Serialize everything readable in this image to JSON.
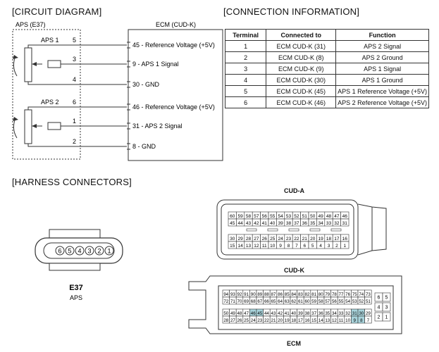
{
  "headings": {
    "circuit": "[CIRCUIT DIAGRAM]",
    "connection": "[CONNECTION INFORMATION]",
    "harness": "[HARNESS CONNECTORS]"
  },
  "circuit": {
    "left_label": "APS (E37)",
    "right_label": "ECM (CUD-K)",
    "aps1": "APS 1",
    "aps2": "APS 2",
    "left_pins": [
      "5",
      "3",
      "4",
      "6",
      "1",
      "2"
    ],
    "ecm_rows": [
      {
        "pin": "45",
        "label": "45 - Reference Voltage (+5V)"
      },
      {
        "pin": "9",
        "label": "9 - APS 1 Signal"
      },
      {
        "pin": "30",
        "label": "30 - GND"
      },
      {
        "pin": "46",
        "label": "46 - Reference Voltage (+5V)"
      },
      {
        "pin": "31",
        "label": "31 - APS 2 Signal"
      },
      {
        "pin": "8",
        "label": "8 - GND"
      }
    ]
  },
  "connection_table": {
    "headers": [
      "Terminal",
      "Connected to",
      "Function"
    ],
    "rows": [
      [
        "1",
        "ECM CUD-K (31)",
        "APS 2 Signal"
      ],
      [
        "2",
        "ECM CUD-K (8)",
        "APS 2 Ground"
      ],
      [
        "3",
        "ECM CUD-K (9)",
        "APS 1 Signal"
      ],
      [
        "4",
        "ECM CUD-K (30)",
        "APS 1 Ground"
      ],
      [
        "5",
        "ECM CUD-K (45)",
        "APS 1 Reference Voltage (+5V)"
      ],
      [
        "6",
        "ECM CUD-K (46)",
        "APS 2 Reference Voltage (+5V)"
      ]
    ]
  },
  "harness": {
    "e37_name": "E37",
    "e37_sub": "APS",
    "e37_pins": [
      "6",
      "5",
      "4",
      "3",
      "2",
      "1"
    ],
    "cuda_label": "CUD-A",
    "cudk_label": "CUD-K",
    "ecm_label": "ECM",
    "cuda_rows": [
      [
        "60",
        "59",
        "58",
        "57",
        "56",
        "55",
        "54",
        "53",
        "52",
        "51",
        "50",
        "49",
        "48",
        "47",
        "46"
      ],
      [
        "45",
        "44",
        "43",
        "42",
        "41",
        "40",
        "39",
        "38",
        "37",
        "36",
        "35",
        "34",
        "33",
        "32",
        "31"
      ],
      [
        "30",
        "29",
        "28",
        "27",
        "26",
        "25",
        "24",
        "23",
        "22",
        "21",
        "20",
        "19",
        "18",
        "17",
        "16"
      ],
      [
        "15",
        "14",
        "13",
        "12",
        "11",
        "10",
        "9",
        "8",
        "7",
        "6",
        "5",
        "4",
        "3",
        "2",
        "1"
      ]
    ],
    "cudk_rows": [
      [
        "94",
        "93",
        "92",
        "91",
        "90",
        "89",
        "88",
        "87",
        "86",
        "85",
        "84",
        "83",
        "82",
        "81",
        "80",
        "79",
        "78",
        "77",
        "76",
        "75",
        "74",
        "73"
      ],
      [
        "72",
        "71",
        "70",
        "69",
        "68",
        "67",
        "66",
        "65",
        "64",
        "63",
        "62",
        "61",
        "60",
        "59",
        "58",
        "57",
        "56",
        "55",
        "54",
        "53",
        "52",
        "51"
      ],
      [
        "50",
        "49",
        "48",
        "47",
        "46",
        "45",
        "44",
        "43",
        "42",
        "41",
        "40",
        "39",
        "38",
        "37",
        "36",
        "35",
        "34",
        "33",
        "32",
        "31",
        "30",
        "29"
      ],
      [
        "28",
        "27",
        "26",
        "25",
        "24",
        "23",
        "22",
        "21",
        "20",
        "19",
        "18",
        "17",
        "16",
        "15",
        "14",
        "13",
        "12",
        "11",
        "10",
        "9",
        "8",
        "7"
      ]
    ],
    "cudk_side": [
      "6",
      "5",
      "4",
      "3",
      "2",
      "1"
    ],
    "cudk_highlight": [
      "46",
      "45",
      "31",
      "30",
      "9",
      "8"
    ],
    "highlight_color": "#a9d4dc"
  }
}
